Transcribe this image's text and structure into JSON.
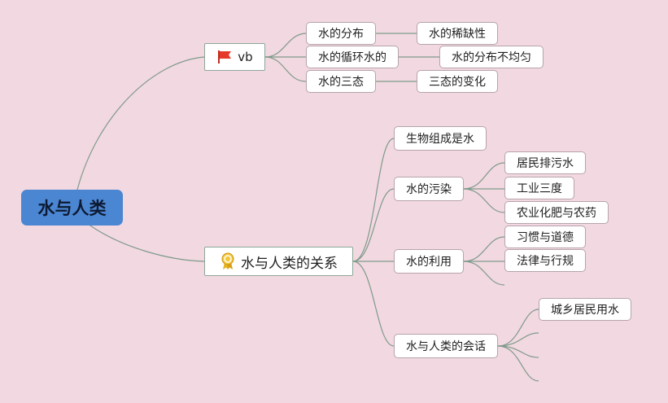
{
  "root": {
    "label": "水与人类"
  },
  "branch_vb": {
    "label": "vb",
    "icon": "red-flag-icon",
    "children": [
      {
        "label": "水的分布",
        "child": "水的稀缺性"
      },
      {
        "label": "水的循环水的",
        "child": "水的分布不均匀"
      },
      {
        "label": "水的三态",
        "child": "三态的变化"
      }
    ]
  },
  "branch_relation": {
    "label": "水与人类的关系",
    "icon": "award-ribbon-icon",
    "children": [
      {
        "label": "生物组成是水",
        "children": []
      },
      {
        "label": "水的污染",
        "children": [
          "居民排污水",
          "工业三度",
          "农业化肥与农药"
        ]
      },
      {
        "label": "水的利用",
        "children": [
          "习惯与道德",
          "法律与行规"
        ]
      },
      {
        "label": "水与人类的会话",
        "children": [
          "城乡居民用水"
        ]
      }
    ]
  },
  "colors": {
    "background": "#f2d8e0",
    "root": "#4b86d2",
    "line": "#7f9a8c",
    "flag": "#e53a2a",
    "award": "#e6b321"
  }
}
